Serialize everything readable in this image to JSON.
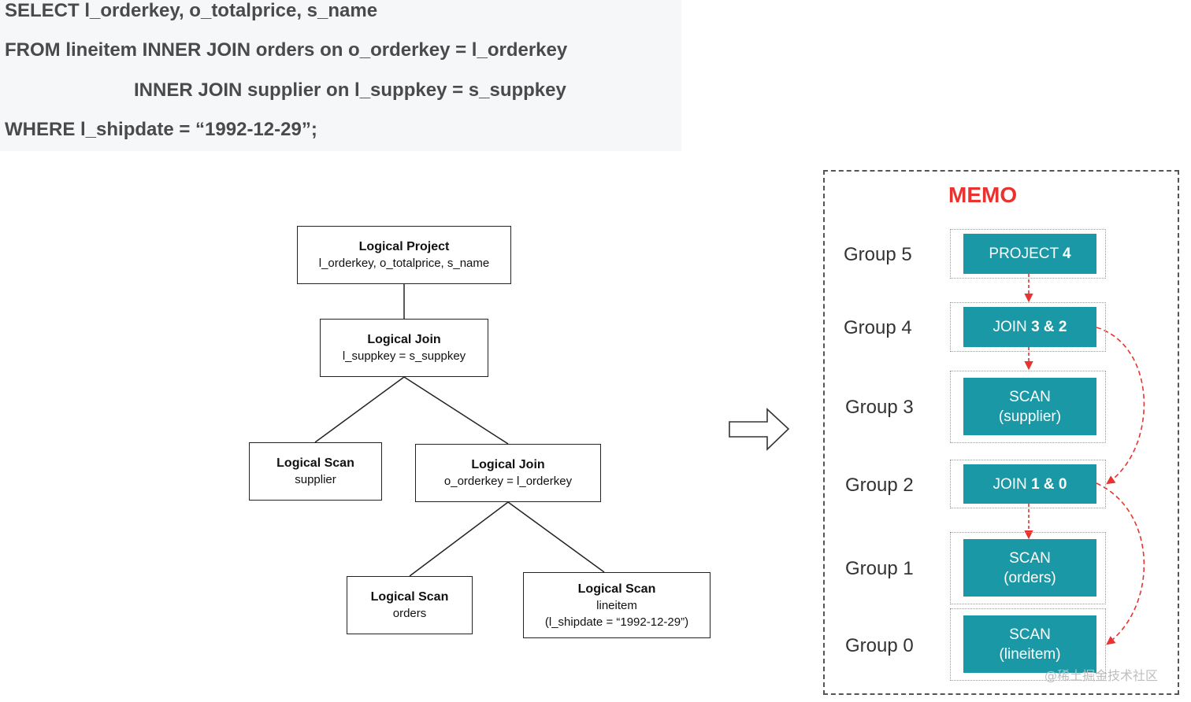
{
  "sql": {
    "line1": "SELECT l_orderkey, o_totalprice, s_name",
    "line2": "FROM lineitem INNER JOIN orders on o_orderkey = l_orderkey",
    "line3": "INNER JOIN supplier on l_suppkey = s_suppkey",
    "line4": "WHERE l_shipdate = “1992-12-29”;"
  },
  "tree": {
    "project": {
      "title": "Logical Project",
      "detail": "l_orderkey, o_totalprice, s_name"
    },
    "join_top": {
      "title": "Logical Join",
      "detail": "l_suppkey = s_suppkey"
    },
    "scan_supplier": {
      "title": "Logical Scan",
      "detail": "supplier"
    },
    "join_bottom": {
      "title": "Logical Join",
      "detail": "o_orderkey = l_orderkey"
    },
    "scan_orders": {
      "title": "Logical Scan",
      "detail": "orders"
    },
    "scan_lineitem": {
      "title": "Logical Scan",
      "detail": "lineitem",
      "detail2": "(l_shipdate = “1992-12-29”)"
    }
  },
  "memo": {
    "title": "MEMO",
    "groups": [
      {
        "label": "Group 5",
        "op": "PROJECT",
        "op_bold": "4",
        "op_sub": ""
      },
      {
        "label": "Group 4",
        "op": "JOIN",
        "op_bold": "3 & 2",
        "op_sub": ""
      },
      {
        "label": "Group 3",
        "op": "SCAN",
        "op_bold": "",
        "op_sub": "(supplier)"
      },
      {
        "label": "Group 2",
        "op": "JOIN",
        "op_bold": "1 & 0",
        "op_sub": ""
      },
      {
        "label": "Group 1",
        "op": "SCAN",
        "op_bold": "",
        "op_sub": "(orders)"
      },
      {
        "label": "Group 0",
        "op": "SCAN",
        "op_bold": "",
        "op_sub": "(lineitem)"
      }
    ]
  },
  "watermark": "@稀土掘金技术社区",
  "colors": {
    "accent_red": "#e8332f",
    "teal": "#1b98a6",
    "arrow_red": "#e8332f"
  }
}
